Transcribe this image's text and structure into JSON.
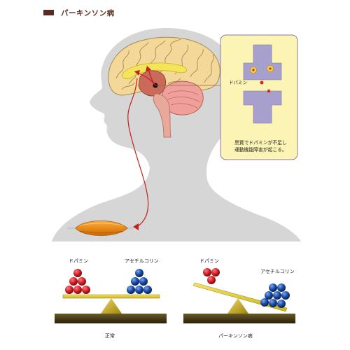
{
  "title": "パーキンソン病",
  "inset": {
    "dopamine_label": "ドパミン",
    "caption_line1": "黒質でドパミンが不足し",
    "caption_line2": "運動機能障害が起こる。"
  },
  "balance_normal": {
    "left_label": "ドパミン",
    "right_label": "アセチルコリン",
    "caption": "正常"
  },
  "balance_parkinson": {
    "left_label": "ドパミン",
    "right_label": "アセチルコリン",
    "caption": "パーキンソン病"
  },
  "colors": {
    "dopamine_ball": "#d6222c",
    "acetylcholine_ball": "#1b4ea3",
    "head_silhouette": "#d6d6d6",
    "inset_bg": "#fbf4b4",
    "inset_border": "#8a7aa0",
    "neuron": "#a8a0cc",
    "beam": "#e8d43a",
    "ground": "#3b2f12",
    "title_swatch": "#5a2a22"
  }
}
